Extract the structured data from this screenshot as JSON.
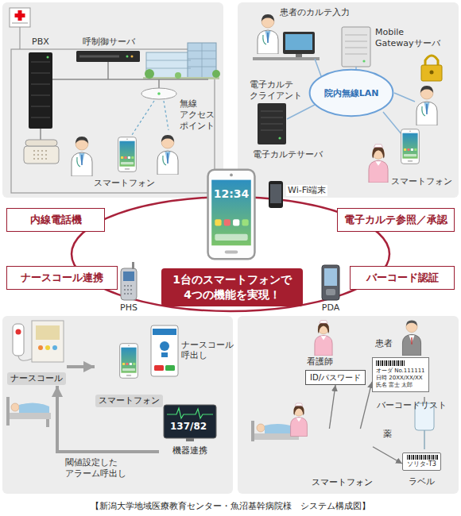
{
  "diagram": {
    "caption": "【新潟大学地域医療教育センター・魚沼基幹病院様　システム構成図】",
    "nodes": [
      {
        "text": [
          "院内無線LAN"
        ]
      },
      {
        "text": [
          "内線電話機"
        ]
      },
      {
        "text": [
          "電子カルテ参照／承認"
        ]
      },
      {
        "text": [
          "ナースコール連携"
        ]
      },
      {
        "text": [
          "1台のスマートフォンで 4つの機能を実現！"
        ]
      },
      {
        "text": [
          "バーコード認証"
        ]
      },
      {
        "text": [
          "ナースコール"
        ]
      },
      {
        "text": [
          "スマートフォン"
        ]
      },
      {
        "text": [
          "機器連携"
        ]
      },
      {
        "text": [
          "ID/パスワード"
        ]
      },
      {
        "text": [
          "オーダ No.111111",
          "日時 20XX/XX/XX",
          "氏名 富士 太郎"
        ]
      },
      {
        "text": [
          "ソリタ-T3"
        ]
      },
      {
        "text": [
          "スマートフォン"
        ]
      }
    ],
    "edges": [
      {
        "from": 6,
        "to": 7,
        "arrow": "to"
      },
      {
        "from": 8,
        "to": 6,
        "label": "閾値設定した アラーム呼出し",
        "arrow": "to"
      },
      {
        "from": 12,
        "to": 9,
        "arrow": "to"
      },
      {
        "from": 12,
        "to": 10,
        "arrow": "to"
      },
      {
        "from": 12,
        "to": 11,
        "arrow": "to"
      }
    ],
    "labels": [
      "PBX",
      "呼制御サーバ",
      "無線 アクセス ポイント",
      "スマートフォン",
      "患者のカルテ入力",
      "電子カルテ クライアント",
      "Mobile Gatewayサーバ",
      "電子カルテサーバ",
      "スマートフォン",
      "12:34",
      "Wi-Fi端末",
      "PHS",
      "PDA",
      "ナースコール 呼出し",
      "137/82",
      "看護師",
      "患者",
      "バーコードリスト",
      "薬",
      "ラベル"
    ]
  }
}
